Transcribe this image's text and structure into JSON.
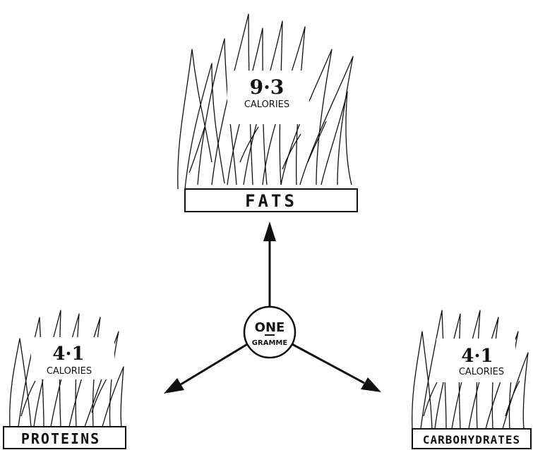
{
  "center": {
    "line1": "ONE",
    "line2": "GRAMME"
  },
  "nodes": [
    {
      "id": "fats",
      "label": "FATS",
      "value": "9·3",
      "unit": "CALORIES"
    },
    {
      "id": "proteins",
      "label": "PROTEINS",
      "value": "4·1",
      "unit": "CALORIES"
    },
    {
      "id": "carbohydrates",
      "label": "CARBOHYDRATES",
      "value": "4·1",
      "unit": "CALORIES"
    }
  ]
}
